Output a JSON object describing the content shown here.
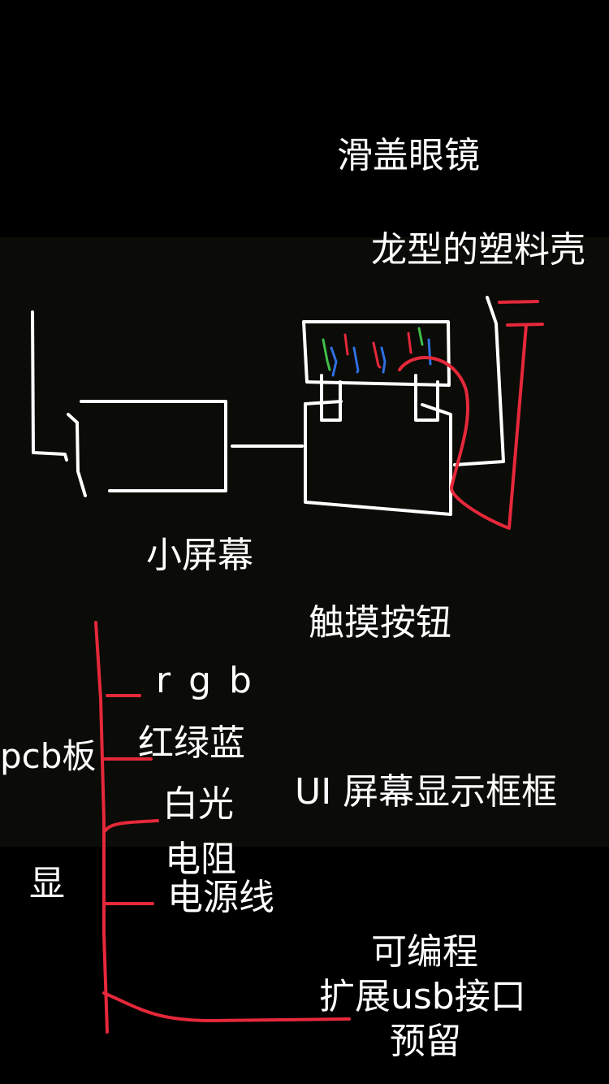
{
  "labels": {
    "title": "滑盖眼镜",
    "shell": "龙型的塑料壳",
    "small_screen": "小屏幕",
    "touch_button": "触摸按钮",
    "rgb": "r g b",
    "pcb": "pcb板",
    "rgb_cn": "红绿蓝",
    "ui_frame": "UI 屏幕显示框框",
    "white_light": "白光",
    "resistor": "电阻",
    "display": "显",
    "power_line": "电源线",
    "programmable": "可编程",
    "usb_port": "扩展usb接口",
    "reserved": "预留"
  },
  "colors": {
    "background": "#000000",
    "panel": "#0b0b07",
    "ink_white": "#ffffff",
    "ink_red": "#e5283a",
    "ink_green": "#3fbf4a",
    "ink_blue": "#2f6fe0"
  }
}
